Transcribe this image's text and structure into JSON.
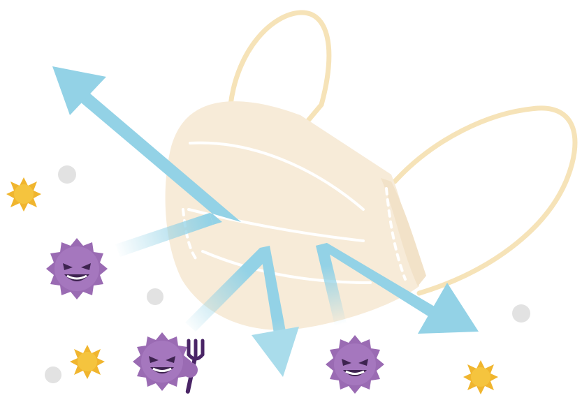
{
  "illustration": {
    "subject": "surgical-mask-blocking-particles",
    "colors": {
      "mask_fill": "#F7EBD8",
      "mask_loop": "#F6E3B8",
      "mask_seam": "#FFFFFF",
      "arrow": "#93D2E6",
      "germ": "#9A6BB3",
      "germ_face": "#3E2350",
      "pollen": "#F0B52E",
      "dust": "#DADADA"
    },
    "germs": [
      {
        "kind": "virus",
        "expression": "grinning"
      },
      {
        "kind": "virus",
        "expression": "grinning",
        "holding": "fork"
      },
      {
        "kind": "virus",
        "expression": "grinning"
      }
    ],
    "pollen_count": 3,
    "dust_count": 4,
    "arrow_count": 3
  }
}
